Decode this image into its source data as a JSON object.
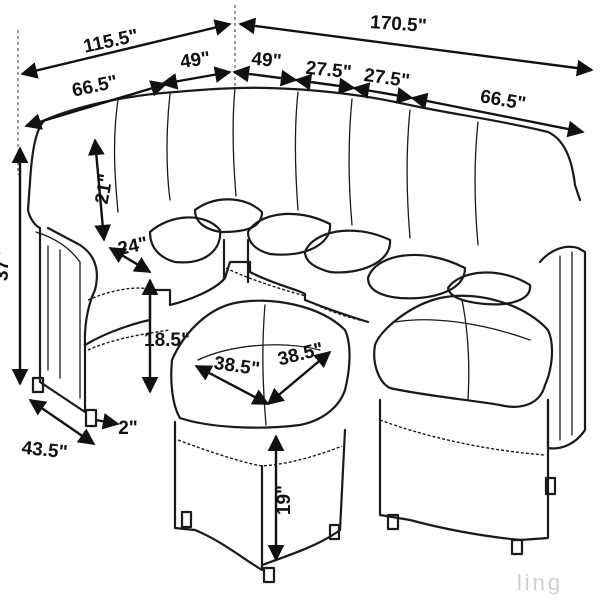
{
  "dimensions": {
    "left_section_width": "115.5\"",
    "right_section_width": "170.5\"",
    "left_arm_seat_width": "66.5\"",
    "left_corner_width": "49\"",
    "right_corner_width": "49\"",
    "armless_seat_1_width": "27.5\"",
    "armless_seat_2_width": "27.5\"",
    "right_arm_seat_width": "66.5\"",
    "back_height": "21\"",
    "total_height": "37\"",
    "arm_width": "24\"",
    "seat_height": "18.5\"",
    "depth": "43.5\"",
    "leg_height": "2\"",
    "ottoman_length": "38.5\"",
    "ottoman_width": "38.5\"",
    "ottoman_height": "19\""
  },
  "watermark": "ling"
}
